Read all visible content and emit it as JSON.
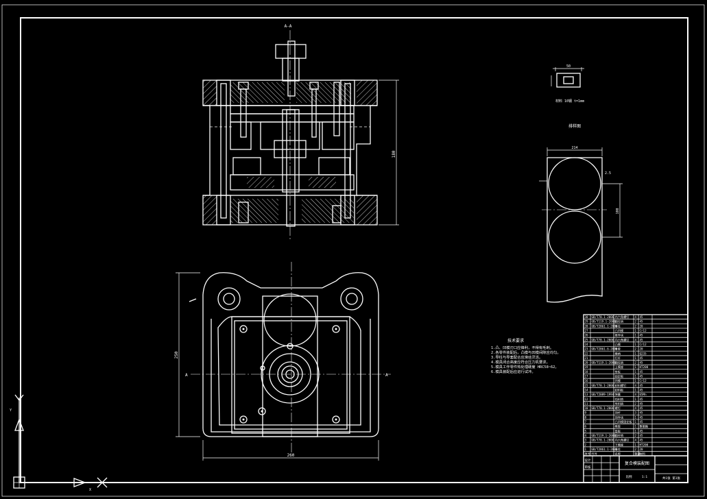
{
  "section_label": "A-A",
  "section_mark_left": "A",
  "section_mark_right": "A",
  "dims": {
    "section_height": "180",
    "plan_width": "260",
    "plan_height": "250",
    "part_width": "50",
    "strip_width": "214",
    "strip_pitch": "100",
    "strip_gap": "2.5"
  },
  "labels": {
    "part_caption": "材料 10钢  t=1mm",
    "layout_caption": "排样图",
    "notes_title": "技术要求",
    "notes": [
      "1.凸、凹模刃口应锋利，不得有毛刺。",
      "2.各零件装配后，凸模与凹模间隙应均匀。",
      "3.导柱与导套配合应滑动灵活。",
      "4.模具闭合高度应符合压力机要求。",
      "5.模具工作零件热处理硬度 HRC58~62。",
      "6.模具装配后应进行试冲。"
    ]
  },
  "bom_rows": [
    {
      "no": "30",
      "code": "GB/T70.1-2000",
      "name": "内六角螺钉",
      "qty": "4",
      "mat": "45"
    },
    {
      "no": "29",
      "code": "GB/T119.1-2000",
      "name": "圆柱销",
      "qty": "2",
      "mat": "45"
    },
    {
      "no": "28",
      "code": "GB/T2861.1-2008",
      "name": "导柱",
      "qty": "2",
      "mat": "20"
    },
    {
      "no": "27",
      "code": "",
      "name": "凸凹模",
      "qty": "1",
      "mat": "Cr12"
    },
    {
      "no": "26",
      "code": "",
      "name": "推件块",
      "qty": "1",
      "mat": "45"
    },
    {
      "no": "25",
      "code": "GB/T70.1-2000",
      "name": "内六角螺钉",
      "qty": "4",
      "mat": "45"
    },
    {
      "no": "24",
      "code": "",
      "name": "凸模",
      "qty": "1",
      "mat": "Cr12"
    },
    {
      "no": "23",
      "code": "GB/T2861.6-2008",
      "name": "导套",
      "qty": "2",
      "mat": "20"
    },
    {
      "no": "22",
      "code": "",
      "name": "模柄",
      "qty": "1",
      "mat": "Q235"
    },
    {
      "no": "21",
      "code": "",
      "name": "打杆",
      "qty": "1",
      "mat": "45"
    },
    {
      "no": "20",
      "code": "GB/T119.1-2000",
      "name": "圆柱销",
      "qty": "2",
      "mat": "45"
    },
    {
      "no": "19",
      "code": "",
      "name": "上模座",
      "qty": "1",
      "mat": "HT200"
    },
    {
      "no": "18",
      "code": "",
      "name": "垫板",
      "qty": "1",
      "mat": "45"
    },
    {
      "no": "17",
      "code": "",
      "name": "固定板",
      "qty": "1",
      "mat": "45"
    },
    {
      "no": "16",
      "code": "",
      "name": "凹模",
      "qty": "1",
      "mat": "Cr12"
    },
    {
      "no": "15",
      "code": "GB/T70.1-2000",
      "name": "卸料螺钉",
      "qty": "4",
      "mat": "45"
    },
    {
      "no": "14",
      "code": "",
      "name": "卸料板",
      "qty": "1",
      "mat": "45"
    },
    {
      "no": "13",
      "code": "GB/T2089-1994",
      "name": "弹簧",
      "qty": "4",
      "mat": "65Mn"
    },
    {
      "no": "12",
      "code": "",
      "name": "挡料销",
      "qty": "1",
      "mat": "45"
    },
    {
      "no": "11",
      "code": "",
      "name": "导料销",
      "qty": "2",
      "mat": "45"
    },
    {
      "no": "10",
      "code": "GB/T70.1-2000",
      "name": "螺钉",
      "qty": "4",
      "mat": "45"
    },
    {
      "no": "9",
      "code": "",
      "name": "顶杆",
      "qty": "3",
      "mat": "45"
    },
    {
      "no": "8",
      "code": "",
      "name": "顶件块",
      "qty": "1",
      "mat": "45"
    },
    {
      "no": "7",
      "code": "",
      "name": "凸凹模固定板",
      "qty": "1",
      "mat": "45"
    },
    {
      "no": "6",
      "code": "",
      "name": "橡胶",
      "qty": "1",
      "mat": "聚氨酯"
    },
    {
      "no": "5",
      "code": "",
      "name": "垫板",
      "qty": "1",
      "mat": "45"
    },
    {
      "no": "4",
      "code": "GB/T119.1-2000",
      "name": "圆柱销",
      "qty": "2",
      "mat": "45"
    },
    {
      "no": "3",
      "code": "GB/T70.1-2000",
      "name": "内六角螺钉",
      "qty": "4",
      "mat": "45"
    },
    {
      "no": "2",
      "code": "",
      "name": "下模座",
      "qty": "1",
      "mat": "HT200"
    },
    {
      "no": "1",
      "code": "GB/T2861.1-2008",
      "name": "导柱",
      "qty": "2",
      "mat": "20"
    }
  ],
  "bom_header": {
    "no": "序号",
    "code": "代号",
    "name": "名称",
    "qty": "数量",
    "mat": "材料"
  },
  "title_block": {
    "drawing_name": "复合模装配图",
    "scale_label": "比例",
    "scale": "1:1",
    "sheet": "共1张 第1张",
    "designer_label": "设计",
    "checker_label": "审核"
  },
  "ucs": {
    "x_axis": "X",
    "y_axis": "Y"
  }
}
